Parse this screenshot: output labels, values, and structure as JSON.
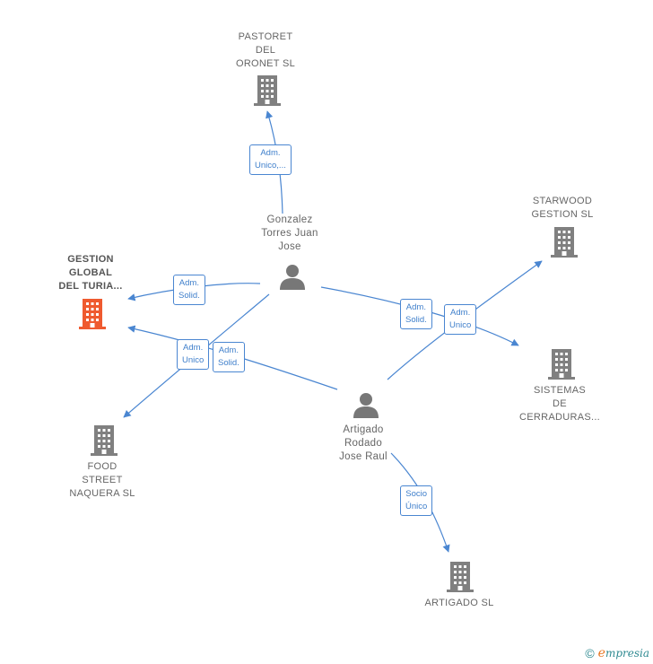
{
  "colors": {
    "edge": "#4a86d1",
    "building": "#808080",
    "focus_building": "#ef5a2f",
    "person": "#777777",
    "label": "#666666"
  },
  "nodes": {
    "pastoret": {
      "label": "PASTORET\nDEL\nORONET SL",
      "icon": "building-icon"
    },
    "gestion": {
      "label": "GESTION\nGLOBAL\nDEL TURIA...",
      "icon": "building-icon"
    },
    "starwood": {
      "label": "STARWOOD\nGESTION  SL",
      "icon": "building-icon"
    },
    "sistemas": {
      "label": "SISTEMAS\nDE\nCERRADURAS...",
      "icon": "building-icon"
    },
    "food": {
      "label": "FOOD\nSTREET\nNAQUERA  SL",
      "icon": "building-icon"
    },
    "artigado_sl": {
      "label": "ARTIGADO SL",
      "icon": "building-icon"
    },
    "gonzalez": {
      "label": "Gonzalez\nTorres Juan\nJose",
      "icon": "person-icon"
    },
    "artigado_rodado": {
      "label": "Artigado\nRodado\nJose Raul",
      "icon": "person-icon"
    }
  },
  "edges": {
    "e1": "Adm.\nUnico,...",
    "e2": "Adm.\nSolid.",
    "e3": "Adm.\nSolid.",
    "e4": "Adm.\nUnico",
    "e5": "Adm.\nSolid.",
    "e6": "Adm.\nUnico",
    "e7": "Socio\nÚnico"
  },
  "footer": {
    "copyright": "©",
    "brand_initial": "e",
    "brand_rest": "mpresia"
  }
}
